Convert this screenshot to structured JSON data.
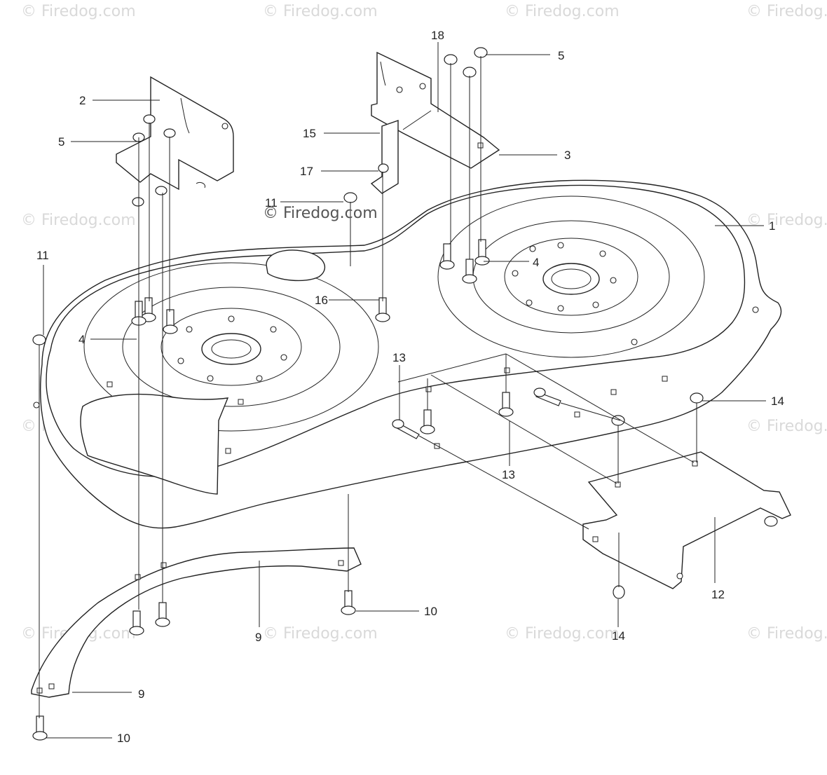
{
  "watermark": {
    "text": "© Firedog.com",
    "main_text": "© Firedog.com"
  },
  "callouts": {
    "c1": "1",
    "c2": "2",
    "c3": "3",
    "c4a": "4",
    "c4b": "4",
    "c5a": "5",
    "c5b": "5",
    "c9a": "9",
    "c9b": "9",
    "c10a": "10",
    "c10b": "10",
    "c11a": "11",
    "c11b": "11",
    "c12": "12",
    "c13a": "13",
    "c13b": "13",
    "c14a": "14",
    "c14b": "14",
    "c15": "15",
    "c16": "16",
    "c17": "17",
    "c18": "18"
  }
}
